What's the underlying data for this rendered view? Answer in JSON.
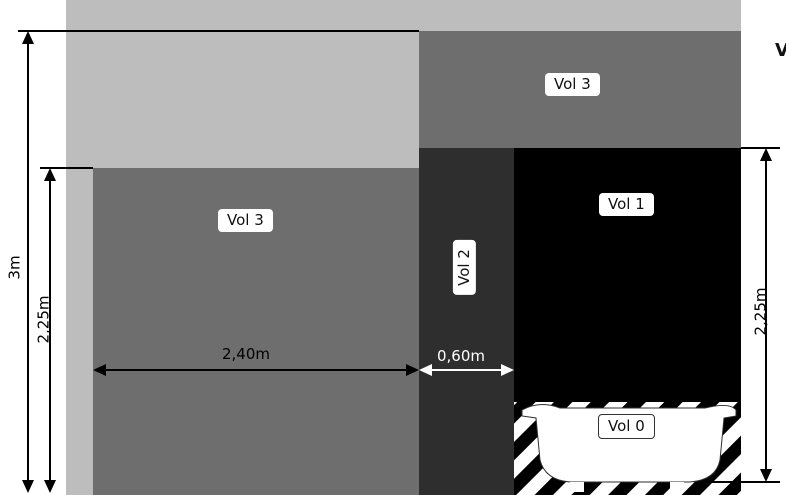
{
  "diagram": {
    "zones": {
      "left_vol3": "Vol  3",
      "top_vol3": "Vol 3",
      "vol2": "Vol 2",
      "vol1": "Vol 1",
      "vol0": "Vol 0"
    },
    "dimensions": {
      "total_height": "3m",
      "left_height": "2,25m",
      "right_height": "2,25m",
      "width_vol3": "2,40m",
      "width_vol2": "0,60m"
    },
    "cut_text": "V"
  },
  "colors": {
    "background": "#ffffff",
    "light_gray": "#bdbdbd",
    "mid_gray": "#6e6e6e",
    "dark_gray": "#2e2e2e",
    "black": "#000000",
    "hatch_white": "#ffffff"
  }
}
